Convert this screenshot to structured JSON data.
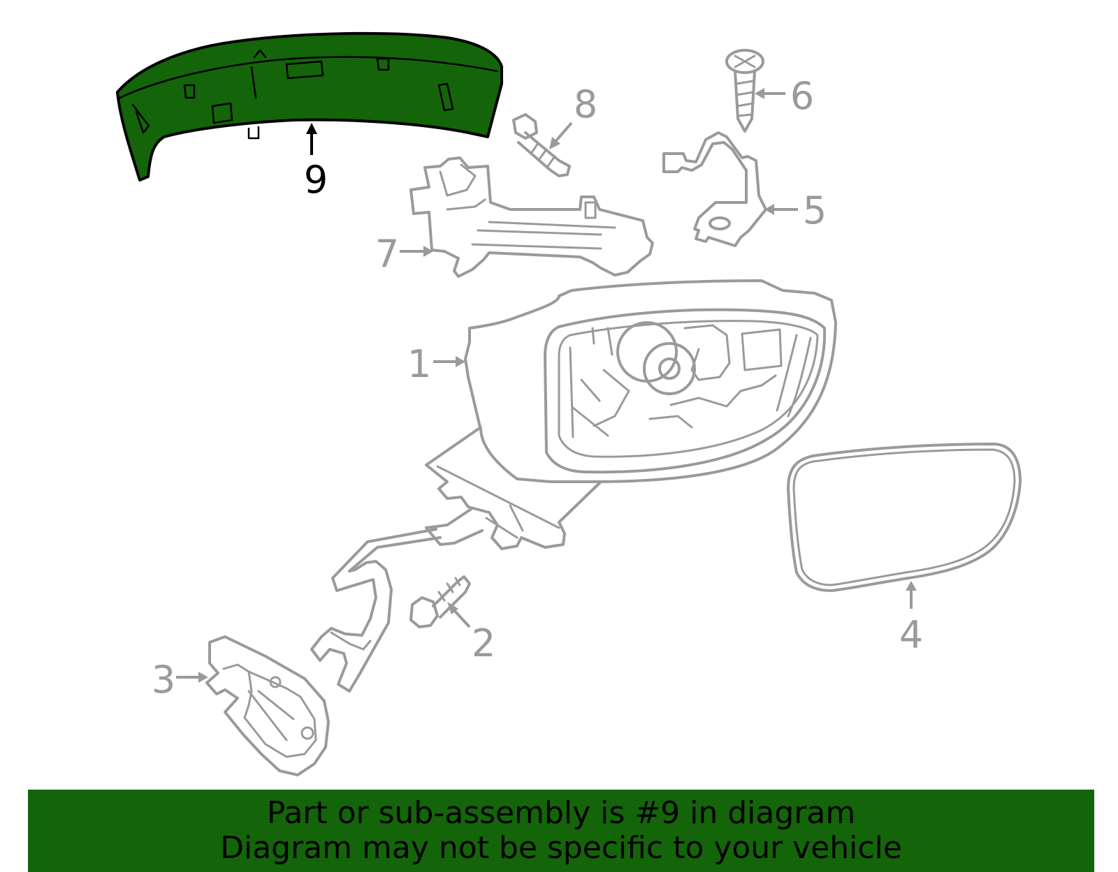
{
  "diagram": {
    "highlighted_part": "9",
    "callouts": [
      "1",
      "2",
      "3",
      "4",
      "5",
      "6",
      "7",
      "8",
      "9"
    ],
    "colors": {
      "highlight_fill": "#14640a",
      "part_stroke": "#9a9a9a",
      "highlight_stroke": "#000000"
    }
  },
  "banner": {
    "line1": "Part or sub-assembly is #9 in diagram",
    "line2": "Diagram may not be specific to your vehicle"
  }
}
